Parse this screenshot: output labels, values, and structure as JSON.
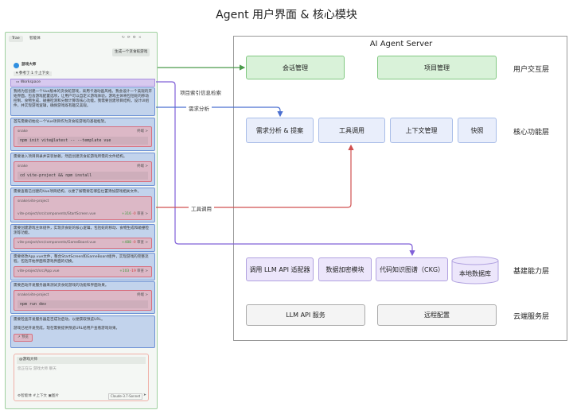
{
  "title": "Agent 用户界面 & 核心模块",
  "panel": {
    "tabs": [
      "Trae",
      "智能体"
    ],
    "user_message": "生成一个贪食蛇游戏",
    "agent_name": "游戏大师",
    "context_ref": "参考了 1 个上下文",
    "workspace": "Workspace",
    "intro": "我将为您创建一个Vue版本的贪食蛇游戏，采用卡通动画风格。我会设计一个美观的开始界面，包含游戏配置选项，让用户可以自定义游戏体验。游戏主体将包括蛇的移动控制、食物生成、碰撞检测和分数计算等核心功能。我需要创建项目结构，设计UI组件，并实现游戏逻辑，确保游戏既有趣又美观。",
    "steps": [
      {
        "text": "首先需要初始化一个Vue项目作为贪食蛇游戏的基础框架。",
        "dir": "snake",
        "action": "终端 >",
        "cmd": "npm init vite@latest -- --template vue"
      },
      {
        "text": "需要进入项目目录并安装依赖，然后创建贪食蛇游戏所需的文件结构。",
        "dir": "snake",
        "action": "终端 >",
        "cmd": "cd vite-project && npm install"
      },
      {
        "text": "需要查看已创建的Vue项目结构，以便了解需要在哪些位置添加游戏相关文件。",
        "dir": "snake/vite-project",
        "file": "vite-project/src/components/StartScreen.vue",
        "add": "+316",
        "del": "-0",
        "action": "审查 >"
      },
      {
        "text": "需要创建游戏主体组件，实现贪食蛇的核心逻辑，包括蛇的移动、食物生成和碰撞检测等功能。",
        "file": "vite-project/src/components/GameBoard.vue",
        "add": "+488",
        "del": "-0",
        "action": "审查 >"
      },
      {
        "text": "需要修改App.vue文件，整合StartScreen和GameBoard组件，实现游戏的完整流程，包括开始界面和游戏界面的切换。",
        "file": "vite-project/src/App.vue",
        "add": "+103",
        "del": "-19",
        "action": "审查 >"
      },
      {
        "text": "需要启动开发服务器来测试贪食蛇游戏的功能和界面效果。",
        "dir": "snake/vite-project",
        "action": "终端 >",
        "cmd": "npm run dev"
      },
      {
        "text": "需要检查开发服务器是否成功启动，以便获取预览URL。",
        "text2": "游戏已经开发完成，现在需要提供预览URL给用户查看游戏效果。",
        "button": "预览"
      }
    ],
    "input": {
      "mention": "@游戏大师",
      "placeholder": "您正在与 游戏大师 聊天",
      "tools": [
        "智能体",
        "上下文",
        "图片"
      ],
      "model": "Claude-3.7-Sonnet"
    }
  },
  "server": {
    "title": "AI Agent Server",
    "layers": [
      {
        "name": "用户交互层",
        "modules": [
          "会话管理",
          "项目管理"
        ]
      },
      {
        "name": "核心功能层",
        "modules": [
          "需求分析 & 提案",
          "工具调用",
          "上下文管理",
          "快照"
        ]
      },
      {
        "name": "基建能力层",
        "modules": [
          "调用 LLM API 适配器",
          "数据加密模块",
          "代码知识图谱（CKG）",
          "本地数据库"
        ]
      },
      {
        "name": "云端服务层",
        "modules": [
          "LLM API 服务",
          "远程配置"
        ]
      }
    ]
  },
  "edges": {
    "retrieval": "项目索引信息检索",
    "analysis": "需求分析",
    "tool_call": "工具调用"
  },
  "colors": {
    "user_layer": "#d9f2d9",
    "core_layer": "#e9eefb",
    "base_layer": "#ece6fb",
    "cloud_layer": "#f4f4f4",
    "green_arrow": "#4a9a4a",
    "blue_arrow": "#4a6fd0",
    "red_arrow": "#d05050",
    "purple_arrow": "#8060d8"
  }
}
